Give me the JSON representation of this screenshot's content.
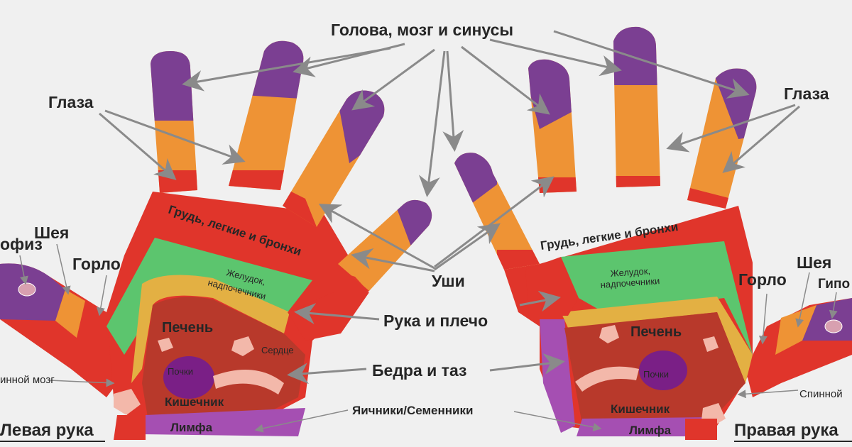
{
  "colors": {
    "background": "#f0f0f0",
    "purple": "#7b3f92",
    "orange": "#ee9335",
    "red": "#e0352b",
    "green": "#5cc56e",
    "yellow": "#e3b043",
    "brown": "#b8392b",
    "pink": "#f3b8aa",
    "violet": "#a54fb2",
    "dark_violet": "#7a1f86",
    "skin": "#eab29f"
  },
  "labels": {
    "head_brain_sinus": "Голова, мозг и синусы",
    "eyes_left": "Глаза",
    "eyes_right": "Глаза",
    "neck_left": "Шея",
    "neck_right": "Шея",
    "throat_left": "Горло",
    "throat_right": "Горло",
    "pituitary_left": "офиз",
    "pituitary_right": "Гипо",
    "spine_left": "инной мозг",
    "spine_right": "Спинной",
    "ears": "Уши",
    "arm_shoulder": "Рука и плечо",
    "hips_pelvis": "Бедра и таз",
    "ovaries_testes": "Яичники/Семенники",
    "left_hand": "Левая рука",
    "right_hand": "Правая рука"
  },
  "zones": {
    "chest": "Грудь, легкие и бронхи",
    "stomach_line1": "Желудок,",
    "stomach_line2": "надпочечники",
    "liver": "Печень",
    "heart": "Сердце",
    "kidneys": "Почки",
    "intestine": "Кишечник",
    "lymph": "Лимфа"
  }
}
